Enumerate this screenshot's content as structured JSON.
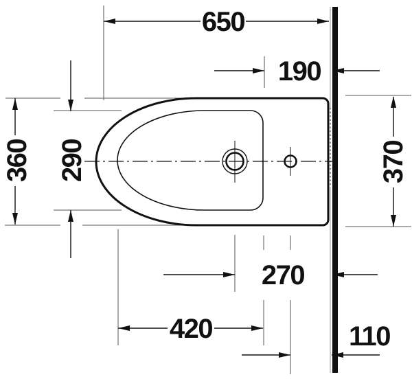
{
  "colors": {
    "ink": "#111111",
    "extension_line": "#555555",
    "wall_face_line": "#999999",
    "background": "#ffffff"
  },
  "dimensions": {
    "length_overall": "650",
    "rim_back_to_wall": "190",
    "width_overall": "360",
    "basin_width": "290",
    "wall_side_width": "370",
    "tap_hole_to_wall": "270",
    "basin_length": "420",
    "outlet_to_wall": "110"
  }
}
